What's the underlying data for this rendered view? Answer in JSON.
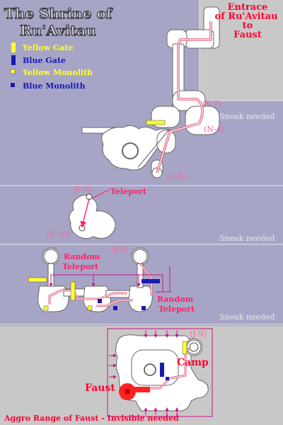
{
  "title": {
    "line1": "The Shrine of",
    "line2": "Ru'Avitau"
  },
  "legend": {
    "items": [
      {
        "label": "Yellow Gate",
        "color": "#ffff33",
        "shape": "bar",
        "icon": "yellow-gate-icon"
      },
      {
        "label": "Blue Gate",
        "color": "#1a1ab3",
        "shape": "bar",
        "icon": "blue-gate-icon"
      },
      {
        "label": "Yellow Monolith",
        "color": "#ffff33",
        "shape": "dot",
        "icon": "yellow-monolith-icon"
      },
      {
        "label": "Blue Monolith",
        "color": "#1a1ab3",
        "shape": "dot",
        "icon": "blue-monolith-icon"
      }
    ]
  },
  "entrance": {
    "line1": "Entrace",
    "line2": "of Ru'Avitau",
    "line3": "to",
    "line4": "Faust"
  },
  "coords": {
    "k7": "(K-7)",
    "n4": "(N-4)",
    "l6": "(L-6)",
    "f8": "(F-8)",
    "f10": "(F-10)",
    "j5": "(J-5)",
    "j9": "(J-9)"
  },
  "labels": {
    "sneak_needed": "Sneak needed",
    "teleport": "Teleport",
    "random_teleport_line1": "Random",
    "random_teleport_line2": "Teleport",
    "camp": "Camp",
    "faust": "Faust",
    "aggro": "Aggro Range of Faust - Invisible needed"
  },
  "colors": {
    "background": "#a7a5c6",
    "entrance_area": "#c8c8c8",
    "room": "#ffffff",
    "path": "#e0607a",
    "coord_text": "#ff5fa0",
    "label_red": "#ff0033",
    "title_fill": "#c8c8d8",
    "aggro": "#ff2222"
  }
}
